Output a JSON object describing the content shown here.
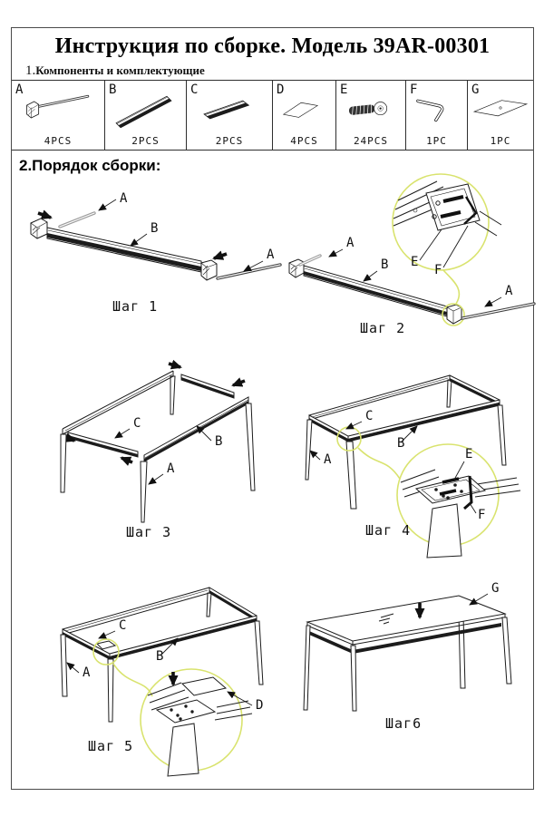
{
  "doc": {
    "title": "Инструкция по сборке. Модель 39AR-00301",
    "section1": {
      "num": "1.",
      "label": "Компоненты и комплектующие"
    },
    "section2": "2.Порядок сборки:"
  },
  "components": [
    {
      "id": "A",
      "name": "leg-with-corner-bracket",
      "qty": "4PCS"
    },
    {
      "id": "B",
      "name": "long-beam",
      "qty": "2PCS"
    },
    {
      "id": "C",
      "name": "short-beam",
      "qty": "2PCS"
    },
    {
      "id": "D",
      "name": "corner-plate",
      "qty": "4PCS"
    },
    {
      "id": "E",
      "name": "bolt",
      "qty": "24PCS"
    },
    {
      "id": "F",
      "name": "hex-key",
      "qty": "1PC"
    },
    {
      "id": "G",
      "name": "tabletop",
      "qty": "1PC"
    }
  ],
  "steps": [
    {
      "caption": "Шаг 1",
      "labels": {
        "a1": "A",
        "b": "B",
        "a2": "A"
      }
    },
    {
      "caption": "Шаг 2",
      "labels": {
        "a1": "A",
        "b": "B",
        "a2": "A",
        "e": "E",
        "f": "F"
      }
    },
    {
      "caption": "Шаг 3",
      "labels": {
        "c": "C",
        "b": "B",
        "a": "A"
      }
    },
    {
      "caption": "Шаг 4",
      "labels": {
        "c": "C",
        "b": "B",
        "a": "A",
        "e": "E",
        "f": "F"
      }
    },
    {
      "caption": "Шаг 5",
      "labels": {
        "c": "C",
        "b": "B",
        "a": "A",
        "d": "D"
      }
    },
    {
      "caption": "Шаг6",
      "labels": {
        "g": "G"
      }
    }
  ],
  "colors": {
    "callout": "#d9e36e",
    "ink": "#1c1c1c"
  }
}
